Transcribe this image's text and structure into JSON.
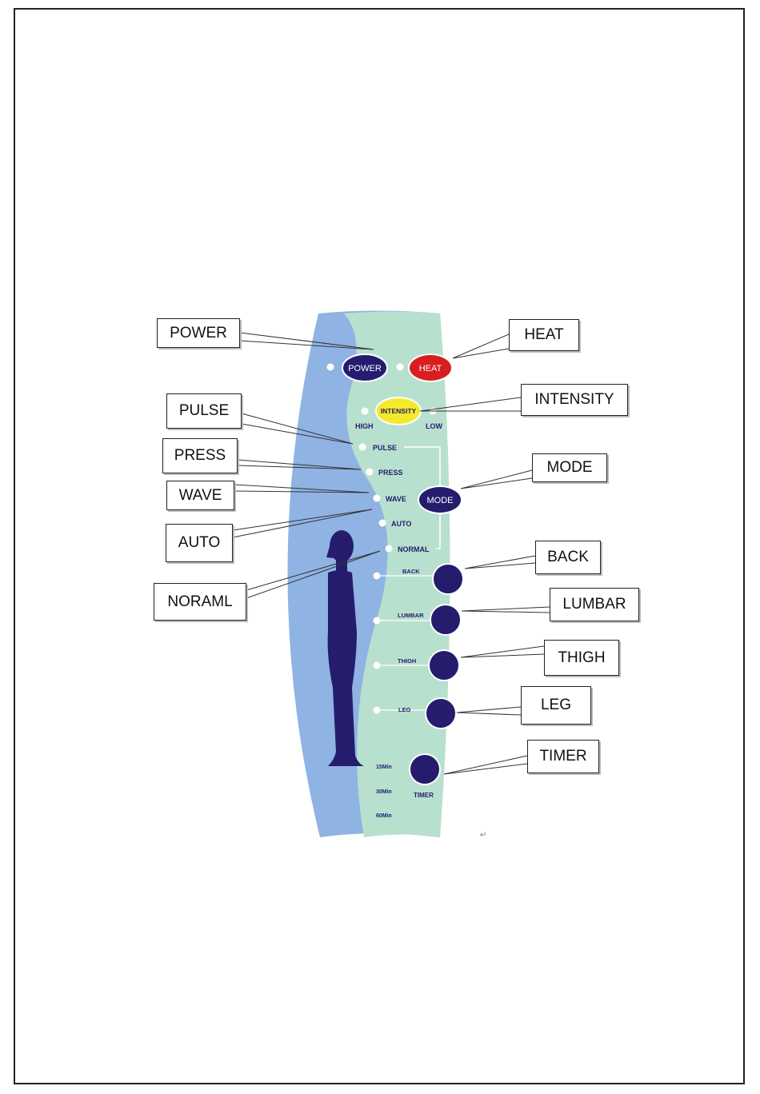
{
  "callouts": {
    "power": "POWER",
    "heat": "HEAT",
    "intensity": "INTENSITY",
    "pulse": "PULSE",
    "press": "PRESS",
    "wave": "WAVE",
    "mode": "MODE",
    "auto": "AUTO",
    "noraml": "NORAML",
    "back": "BACK",
    "lumbar": "LUMBAR",
    "thigh": "THIGH",
    "leg": "LEG",
    "timer": "TIMER"
  },
  "panel": {
    "power_btn": "POWER",
    "heat_btn": "HEAT",
    "intensity_btn": "INTENSITY",
    "high": "HIGH",
    "low": "LOW",
    "pulse": "PULSE",
    "press": "PRESS",
    "wave": "WAVE",
    "mode_btn": "MODE",
    "auto": "AUTO",
    "normal": "NORMAL",
    "back": "BACK",
    "lumbar": "LUMBAR",
    "thigh": "THIGH",
    "leg": "LEG",
    "t15": "15Min",
    "t30": "30Min",
    "t60": "60Min",
    "timer": "TIMER"
  },
  "colors": {
    "panel_blue": "#8fb3e3",
    "panel_green": "#b8e0cf",
    "button_navy": "#241c6e",
    "heat_red": "#d81e1e",
    "intensity_yellow": "#f2ea2a"
  }
}
